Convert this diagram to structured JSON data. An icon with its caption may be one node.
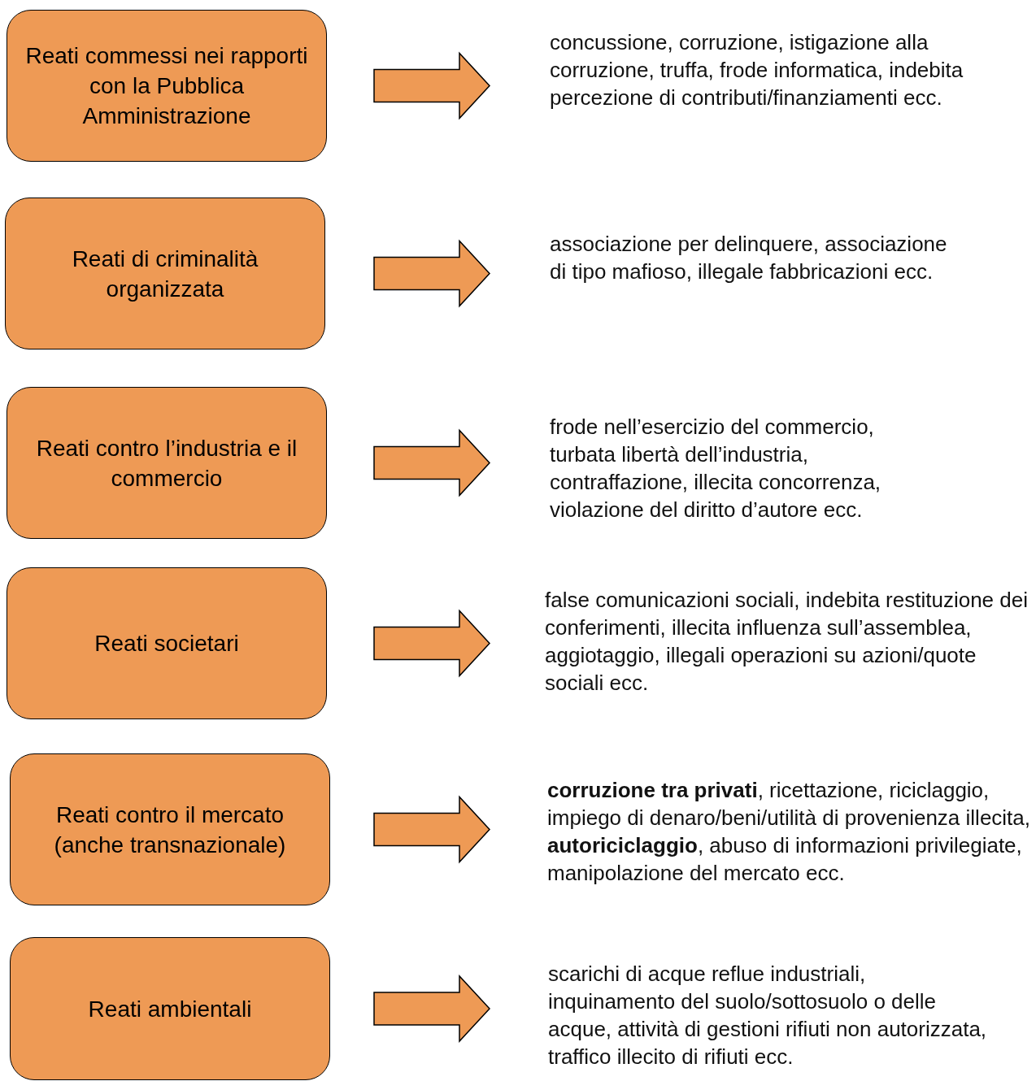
{
  "diagram": {
    "nodes": [
      {
        "text": [
          "Reati commessi nei rapporti con la Pubblica Amministrazione"
        ]
      },
      {
        "text": [
          "concussione, corruzione, istigazione alla corruzione, truffa, frode informatica, indebita percezione di contributi/finanziamenti ecc."
        ]
      },
      {
        "text": [
          "Reati di criminalità organizzata"
        ]
      },
      {
        "text": [
          "associazione per delinquere, associazione di tipo mafioso, illegale fabbricazioni ecc."
        ]
      },
      {
        "text": [
          "Reati contro l’industria e il commercio"
        ]
      },
      {
        "text": [
          "frode nell’esercizio del commercio, turbata libertà dell’industria, contraffazione, illecita concorrenza, violazione del diritto d’autore ecc."
        ]
      },
      {
        "text": [
          "Reati societari"
        ]
      },
      {
        "text": [
          "false comunicazioni sociali, indebita restituzione dei conferimenti, illecita influenza sull’assemblea, aggiotaggio, illegali operazioni su azioni/quote sociali ecc."
        ]
      },
      {
        "text": [
          "Reati contro il mercato (anche transnazionale)"
        ]
      },
      {
        "text": [
          "**corruzione tra privati**, ricettazione, riciclaggio, impiego di denaro/beni/utilità di provenienza illecita, **autoriciclaggio**, abuso di informazioni privilegiate, manipolazione del mercato ecc."
        ]
      },
      {
        "text": [
          "Reati ambientali"
        ]
      },
      {
        "text": [
          "scarichi di acque reflue industriali, inquinamento del suolo/sottosuolo o delle acque, attività di gestioni rifiuti non autorizzata, traffico illecito di rifiuti ecc."
        ]
      }
    ],
    "edges": [
      {
        "from": 0,
        "to": 1,
        "arrow": "to"
      },
      {
        "from": 2,
        "to": 3,
        "arrow": "to"
      },
      {
        "from": 4,
        "to": 5,
        "arrow": "to"
      },
      {
        "from": 6,
        "to": 7,
        "arrow": "to"
      },
      {
        "from": 8,
        "to": 9,
        "arrow": "to"
      },
      {
        "from": 10,
        "to": 11,
        "arrow": "to"
      }
    ]
  }
}
